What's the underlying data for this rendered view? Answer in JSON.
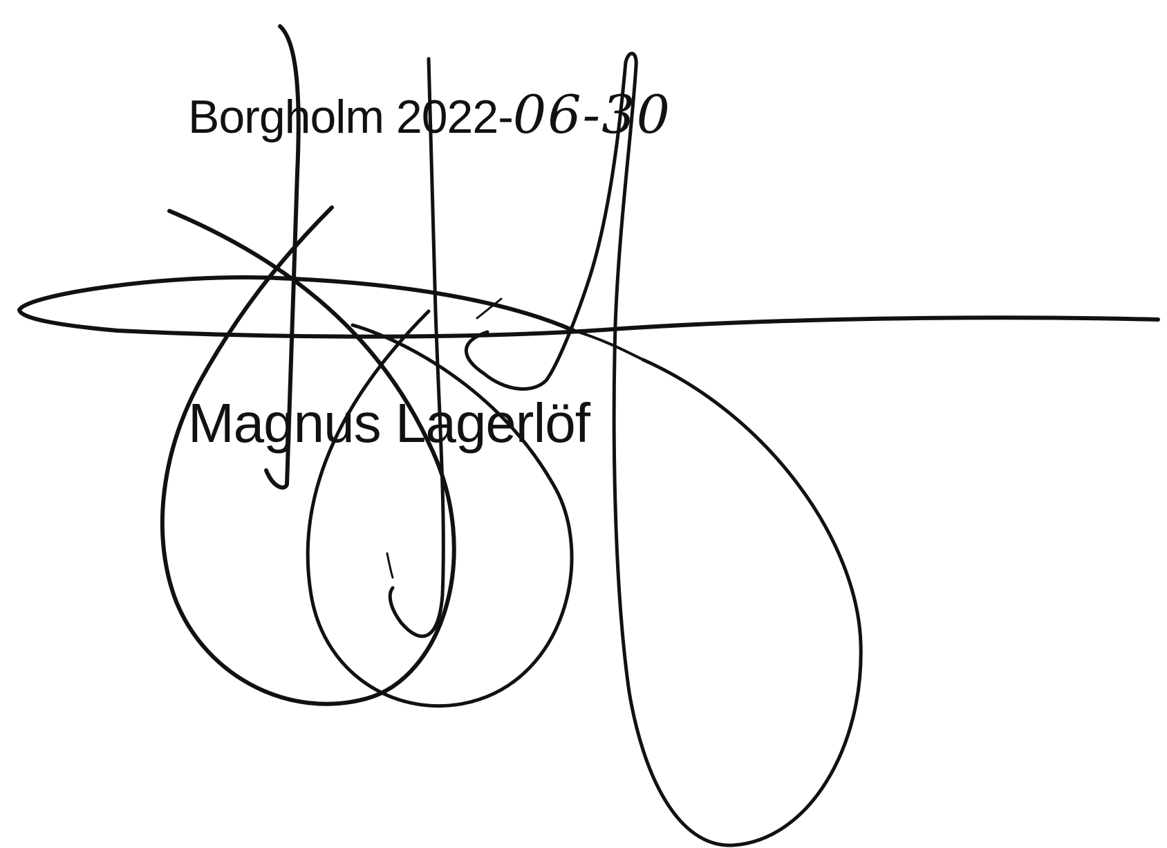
{
  "document": {
    "place_date_printed": "Borgholm 2022-",
    "date_handwritten": "06-30",
    "signer_name": "Magnus Lagerlöf"
  },
  "colors": {
    "ink": "#111111",
    "paper": "#ffffff"
  }
}
